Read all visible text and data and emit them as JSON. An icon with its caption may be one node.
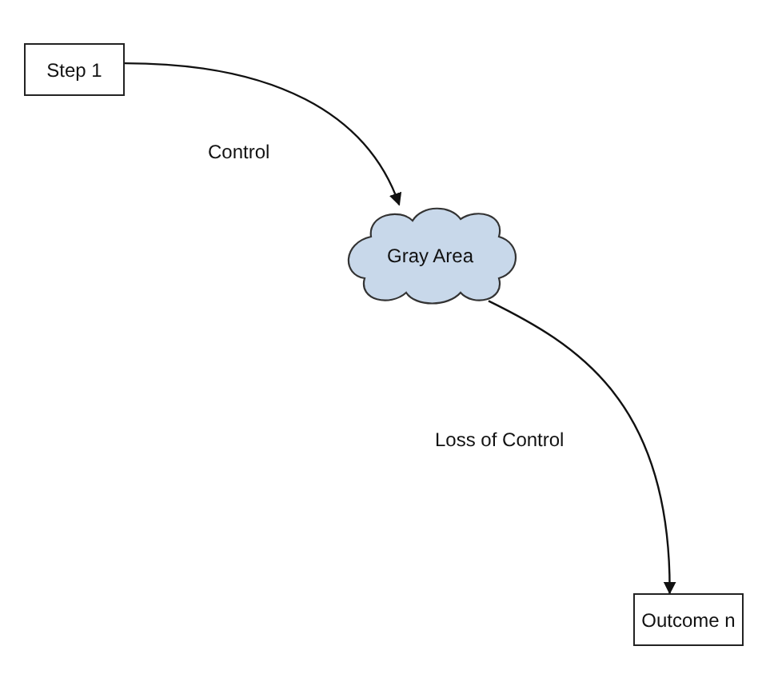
{
  "diagram": {
    "nodes": [
      {
        "text": [
          "Step 1"
        ]
      },
      {
        "text": [
          "Gray Area"
        ]
      },
      {
        "text": [
          "Outcome n"
        ]
      }
    ],
    "edges": [
      {
        "from": 0,
        "to": 1,
        "arrow": "to",
        "label": "Control"
      },
      {
        "from": 1,
        "to": 2,
        "arrow": "to",
        "label": "Loss of Control"
      }
    ]
  }
}
